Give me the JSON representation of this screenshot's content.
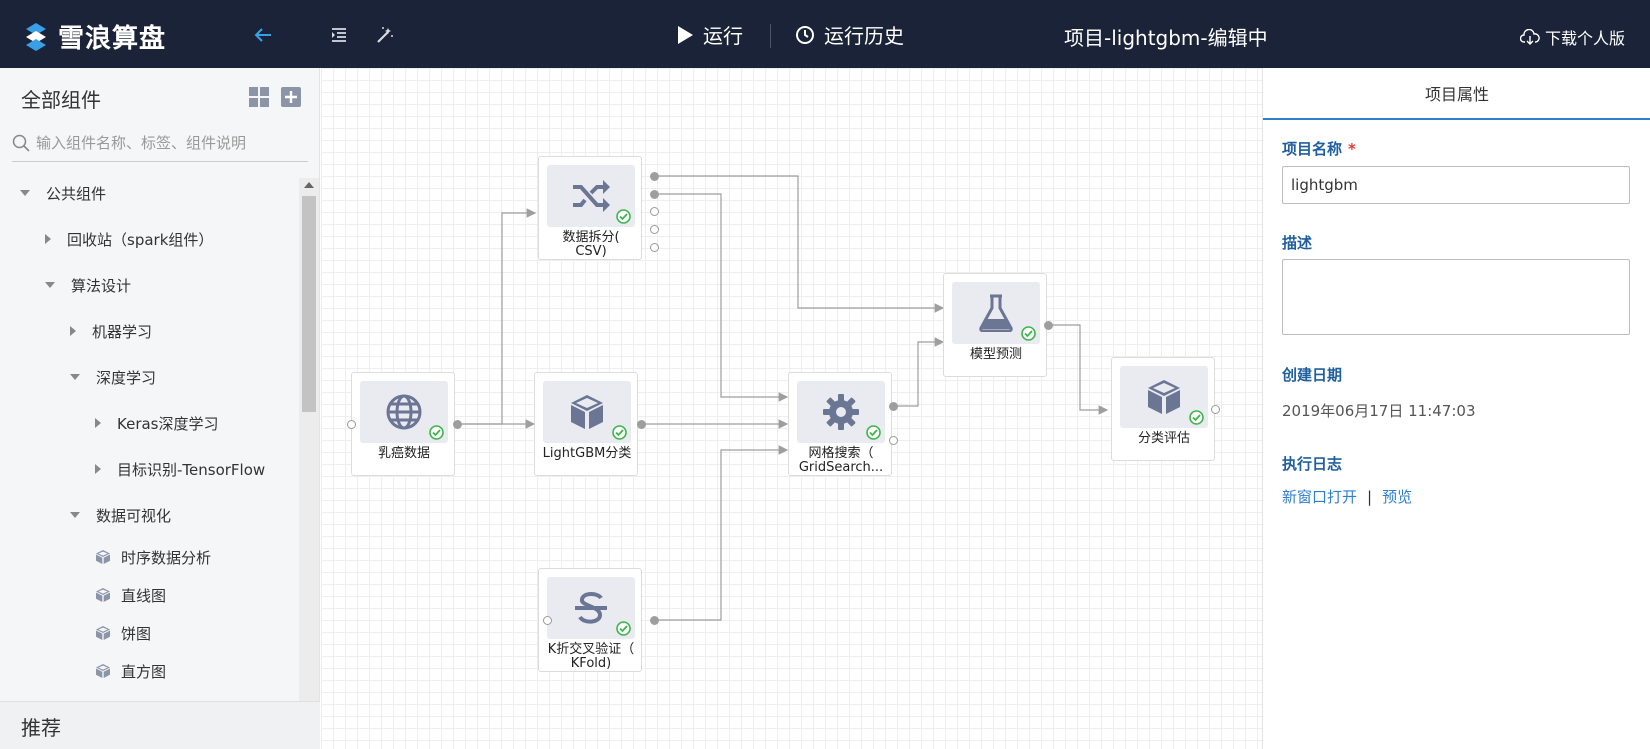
{
  "app": {
    "name": "雪浪算盘"
  },
  "toolbar": {
    "run_label": "运行",
    "history_label": "运行历史",
    "project_title": "项目-lightgbm-编辑中",
    "download_label": "下载个人版"
  },
  "sidebar": {
    "title": "全部组件",
    "search_placeholder": "输入组件名称、标签、组件说明",
    "tree": [
      {
        "label": "公共组件",
        "level": 0,
        "type": "expanded"
      },
      {
        "label": "回收站（spark组件）",
        "level": 1,
        "type": "collapsed"
      },
      {
        "label": "算法设计",
        "level": 1,
        "type": "expanded"
      },
      {
        "label": "机器学习",
        "level": 2,
        "type": "collapsed"
      },
      {
        "label": "深度学习",
        "level": 2,
        "type": "expanded"
      },
      {
        "label": "Keras深度学习",
        "level": 3,
        "type": "collapsed"
      },
      {
        "label": "目标识别-TensorFlow",
        "level": 3,
        "type": "collapsed"
      },
      {
        "label": "数据可视化",
        "level": 2,
        "type": "expanded"
      },
      {
        "label": "时序数据分析",
        "level": 3,
        "type": "leaf"
      },
      {
        "label": "直线图",
        "level": 3,
        "type": "leaf"
      },
      {
        "label": "饼图",
        "level": 3,
        "type": "leaf"
      },
      {
        "label": "直方图",
        "level": 3,
        "type": "leaf"
      }
    ],
    "recommend_label": "推荐"
  },
  "canvas": {
    "nodes": [
      {
        "id": "breast",
        "label": "乳癌数据",
        "icon": "globe-icon",
        "status": "success"
      },
      {
        "id": "split",
        "label": "数据拆分(\nCSV)",
        "icon": "shuffle-icon",
        "status": "success"
      },
      {
        "id": "lgbm",
        "label": "LightGBM分类",
        "icon": "cube-icon",
        "status": "success"
      },
      {
        "id": "kfold",
        "label": "K折交叉验证（\nKFold)",
        "icon": "strikethrough-s-icon",
        "status": "success"
      },
      {
        "id": "grid",
        "label": "网格搜索（\nGridSearch...",
        "icon": "gear-icon",
        "status": "success"
      },
      {
        "id": "predict",
        "label": "模型预测",
        "icon": "flask-icon",
        "status": "success"
      },
      {
        "id": "eval",
        "label": "分类评估",
        "icon": "cube-icon",
        "status": "success"
      }
    ]
  },
  "panel": {
    "tab_label": "项目属性",
    "name_label": "项目名称",
    "required_mark": "*",
    "name_value": "lightgbm",
    "desc_label": "描述",
    "desc_value": "",
    "created_label": "创建日期",
    "created_value": "2019年06月17日 11:47:03",
    "log_label": "执行日志",
    "log_open_label": "新窗口打开",
    "log_separator": "|",
    "log_preview_label": "预览"
  },
  "colors": {
    "topbar_bg": "#1b2338",
    "accent_blue": "#2f7fd1",
    "label_blue": "#1f5f9e",
    "node_icon": "#6b7594",
    "success_green": "#3cb54a",
    "required_red": "#e03a3a",
    "back_arrow": "#39a0e8"
  }
}
